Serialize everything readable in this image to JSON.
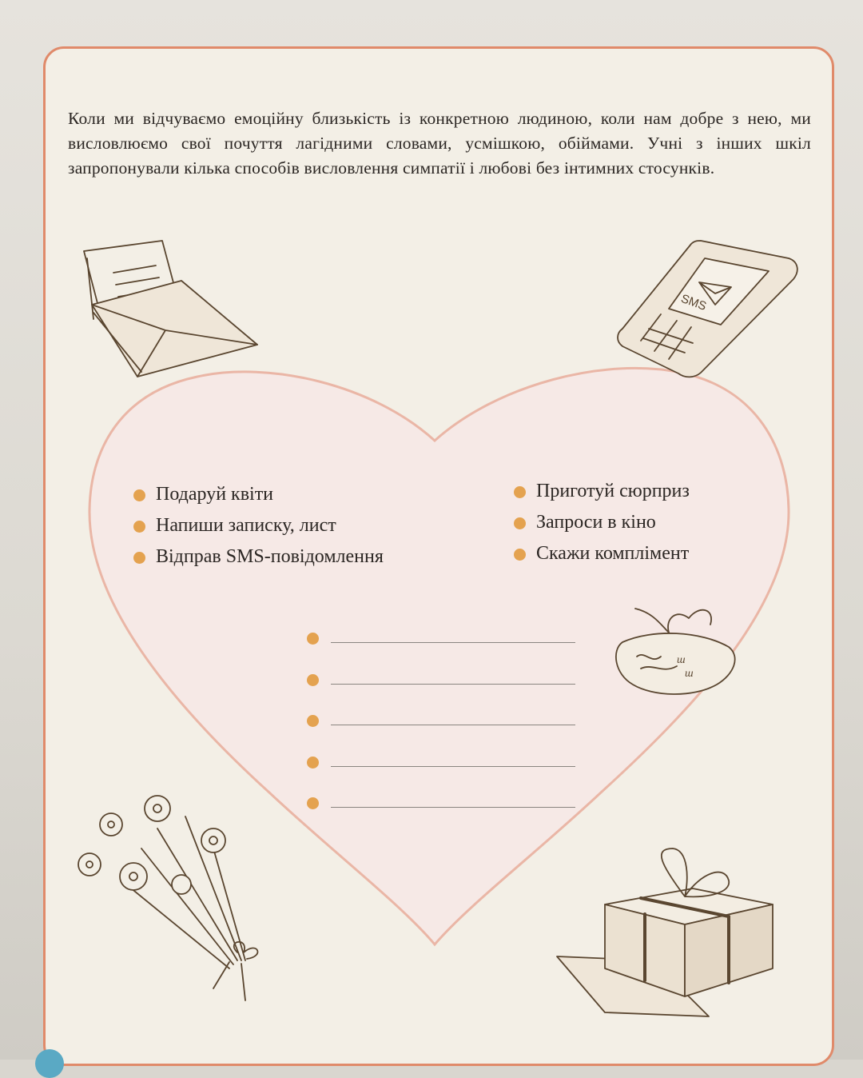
{
  "intro_text": "Коли ми відчуваємо емоційну близькість із конкретною людиною, коли нам добре з нею, ми висловлюємо свої почуття лагідними словами, усмішкою, обіймами. Учні з інших шкіл запропонували кілька способів висловлення симпатії і любові без інтимних стосунків.",
  "suggestions_left": [
    "Подаруй квіти",
    "Напиши записку, лист",
    "Відправ SMS-повідомлення"
  ],
  "suggestions_right": [
    "Приготуй сюрприз",
    "Запроси в кіно",
    "Скажи комплімент"
  ],
  "sketches": {
    "phone_screen_text": "SMS",
    "note_text_1": "ш",
    "note_text_2": "ш"
  },
  "colors": {
    "frame": "#e08a6a",
    "heart_outline": "#eab6a6",
    "heart_fill": "#f6e9e6",
    "bullet": "#e4a24f",
    "sketch_ink": "#5a4630"
  },
  "icons": [
    "letter-sketch-icon",
    "phone-sketch-icon",
    "note-sketch-icon",
    "flowers-sketch-icon",
    "gift-sketch-icon"
  ]
}
